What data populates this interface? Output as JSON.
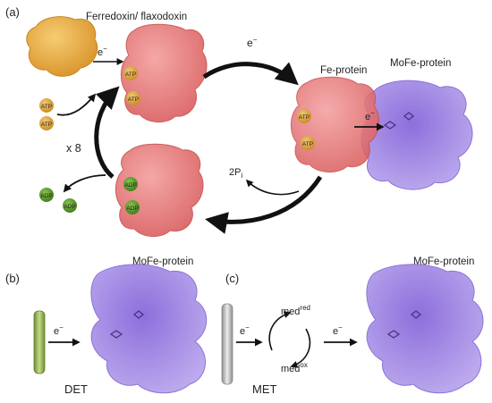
{
  "panels": {
    "a": {
      "label": "(a)",
      "ferredoxin_label": "Ferredoxin/ flaxodoxin",
      "electron": "e",
      "electron_sup": "−",
      "cycle_electron": "e",
      "fe_protein_label": "Fe-protein",
      "mofe_protein_label": "MoFe-protein",
      "transfer_electron": "e",
      "multiplier": "x 8",
      "phosphate": "2P",
      "phosphate_sub": "i",
      "atp": "ATP",
      "adp": "ADP"
    },
    "b": {
      "label": "(b)",
      "mofe_protein_label": "MoFe-protein",
      "electron": "e",
      "caption": "DET"
    },
    "c": {
      "label": "(c)",
      "mofe_protein_label": "MoFe-protein",
      "electron_in": "e",
      "electron_out": "e",
      "med_red": "med",
      "med_red_sup": "red",
      "med_ox": "med",
      "med_ox_sup": "ox",
      "caption": "MET"
    }
  },
  "colors": {
    "ferredoxin": "#e8a93a",
    "fe_protein": "#e86a6a",
    "mofe_protein": "#8a6ae0",
    "atp": "#e0a63c",
    "adp": "#5a9a2a",
    "arrow": "#111111",
    "electrode_direct": "#8aaa4a",
    "electrode_mediated": "#b8b8b8"
  }
}
